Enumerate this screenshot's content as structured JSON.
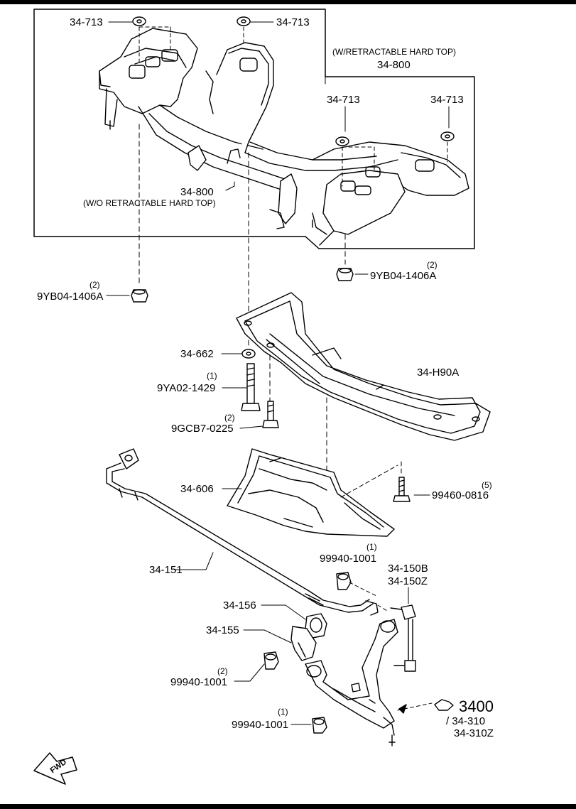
{
  "parts": {
    "p34_713_a": "34-713",
    "p34_713_b": "34-713",
    "p34_713_c": "34-713",
    "p34_713_d": "34-713",
    "wth_note": "(W/RETRACTABLE HARD TOP)",
    "p34_800_top": "34-800",
    "p34_800_mid": "34-800",
    "wo_note": "(W/O RETRACTABLE HARD TOP)",
    "nut_left_qty": "(2)",
    "nut_left": "9YB04-1406A",
    "nut_right_qty": "(2)",
    "nut_right": "9YB04-1406A",
    "p34_662": "34-662",
    "bolt_a_qty": "(1)",
    "bolt_a": "9YA02-1429",
    "bolt_b_qty": "(2)",
    "bolt_b": "9GCB7-0225",
    "p34_h90a": "34-H90A",
    "p34_606": "34-606",
    "screw_qty": "(5)",
    "screw": "99460-0816",
    "p34_151": "34-151",
    "nut_c_qty": "(1)",
    "nut_c": "99940-1001",
    "p34_150b": "34-150B",
    "p34_150z": "34-150Z",
    "p34_156": "34-156",
    "p34_155": "34-155",
    "nut_d_qty": "(2)",
    "nut_d": "99940-1001",
    "nut_e_qty": "(1)",
    "nut_e": "99940-1001",
    "ref_3400": "3400",
    "ref_34_310": "/ 34-310",
    "ref_34_310z": "34-310Z",
    "fwd": "FWD"
  }
}
